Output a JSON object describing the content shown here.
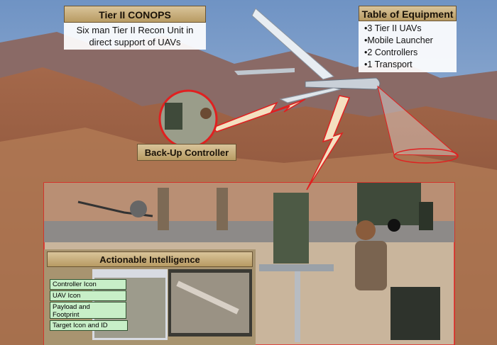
{
  "conops": {
    "title": "Tier II CONOPS",
    "text_line1": "Six man Tier II Recon Unit in",
    "text_line2": "direct support of UAVs"
  },
  "equipment": {
    "title": "Table of Equipment",
    "items": [
      "3 Tier II UAVs",
      "Mobile Launcher",
      "2 Controllers",
      "1 Transport"
    ]
  },
  "backup": {
    "label": "Back-Up Controller"
  },
  "intel": {
    "title": "Actionable Intelligence",
    "labels": {
      "controller": "Controller Icon",
      "uav": "UAV Icon",
      "payload_line1": "Payload and",
      "payload_line2": "Footprint",
      "target": "Target Icon and ID"
    }
  },
  "colors": {
    "accent": "#e02020",
    "panel": "#c9ad78",
    "label": "#c8efc8"
  }
}
